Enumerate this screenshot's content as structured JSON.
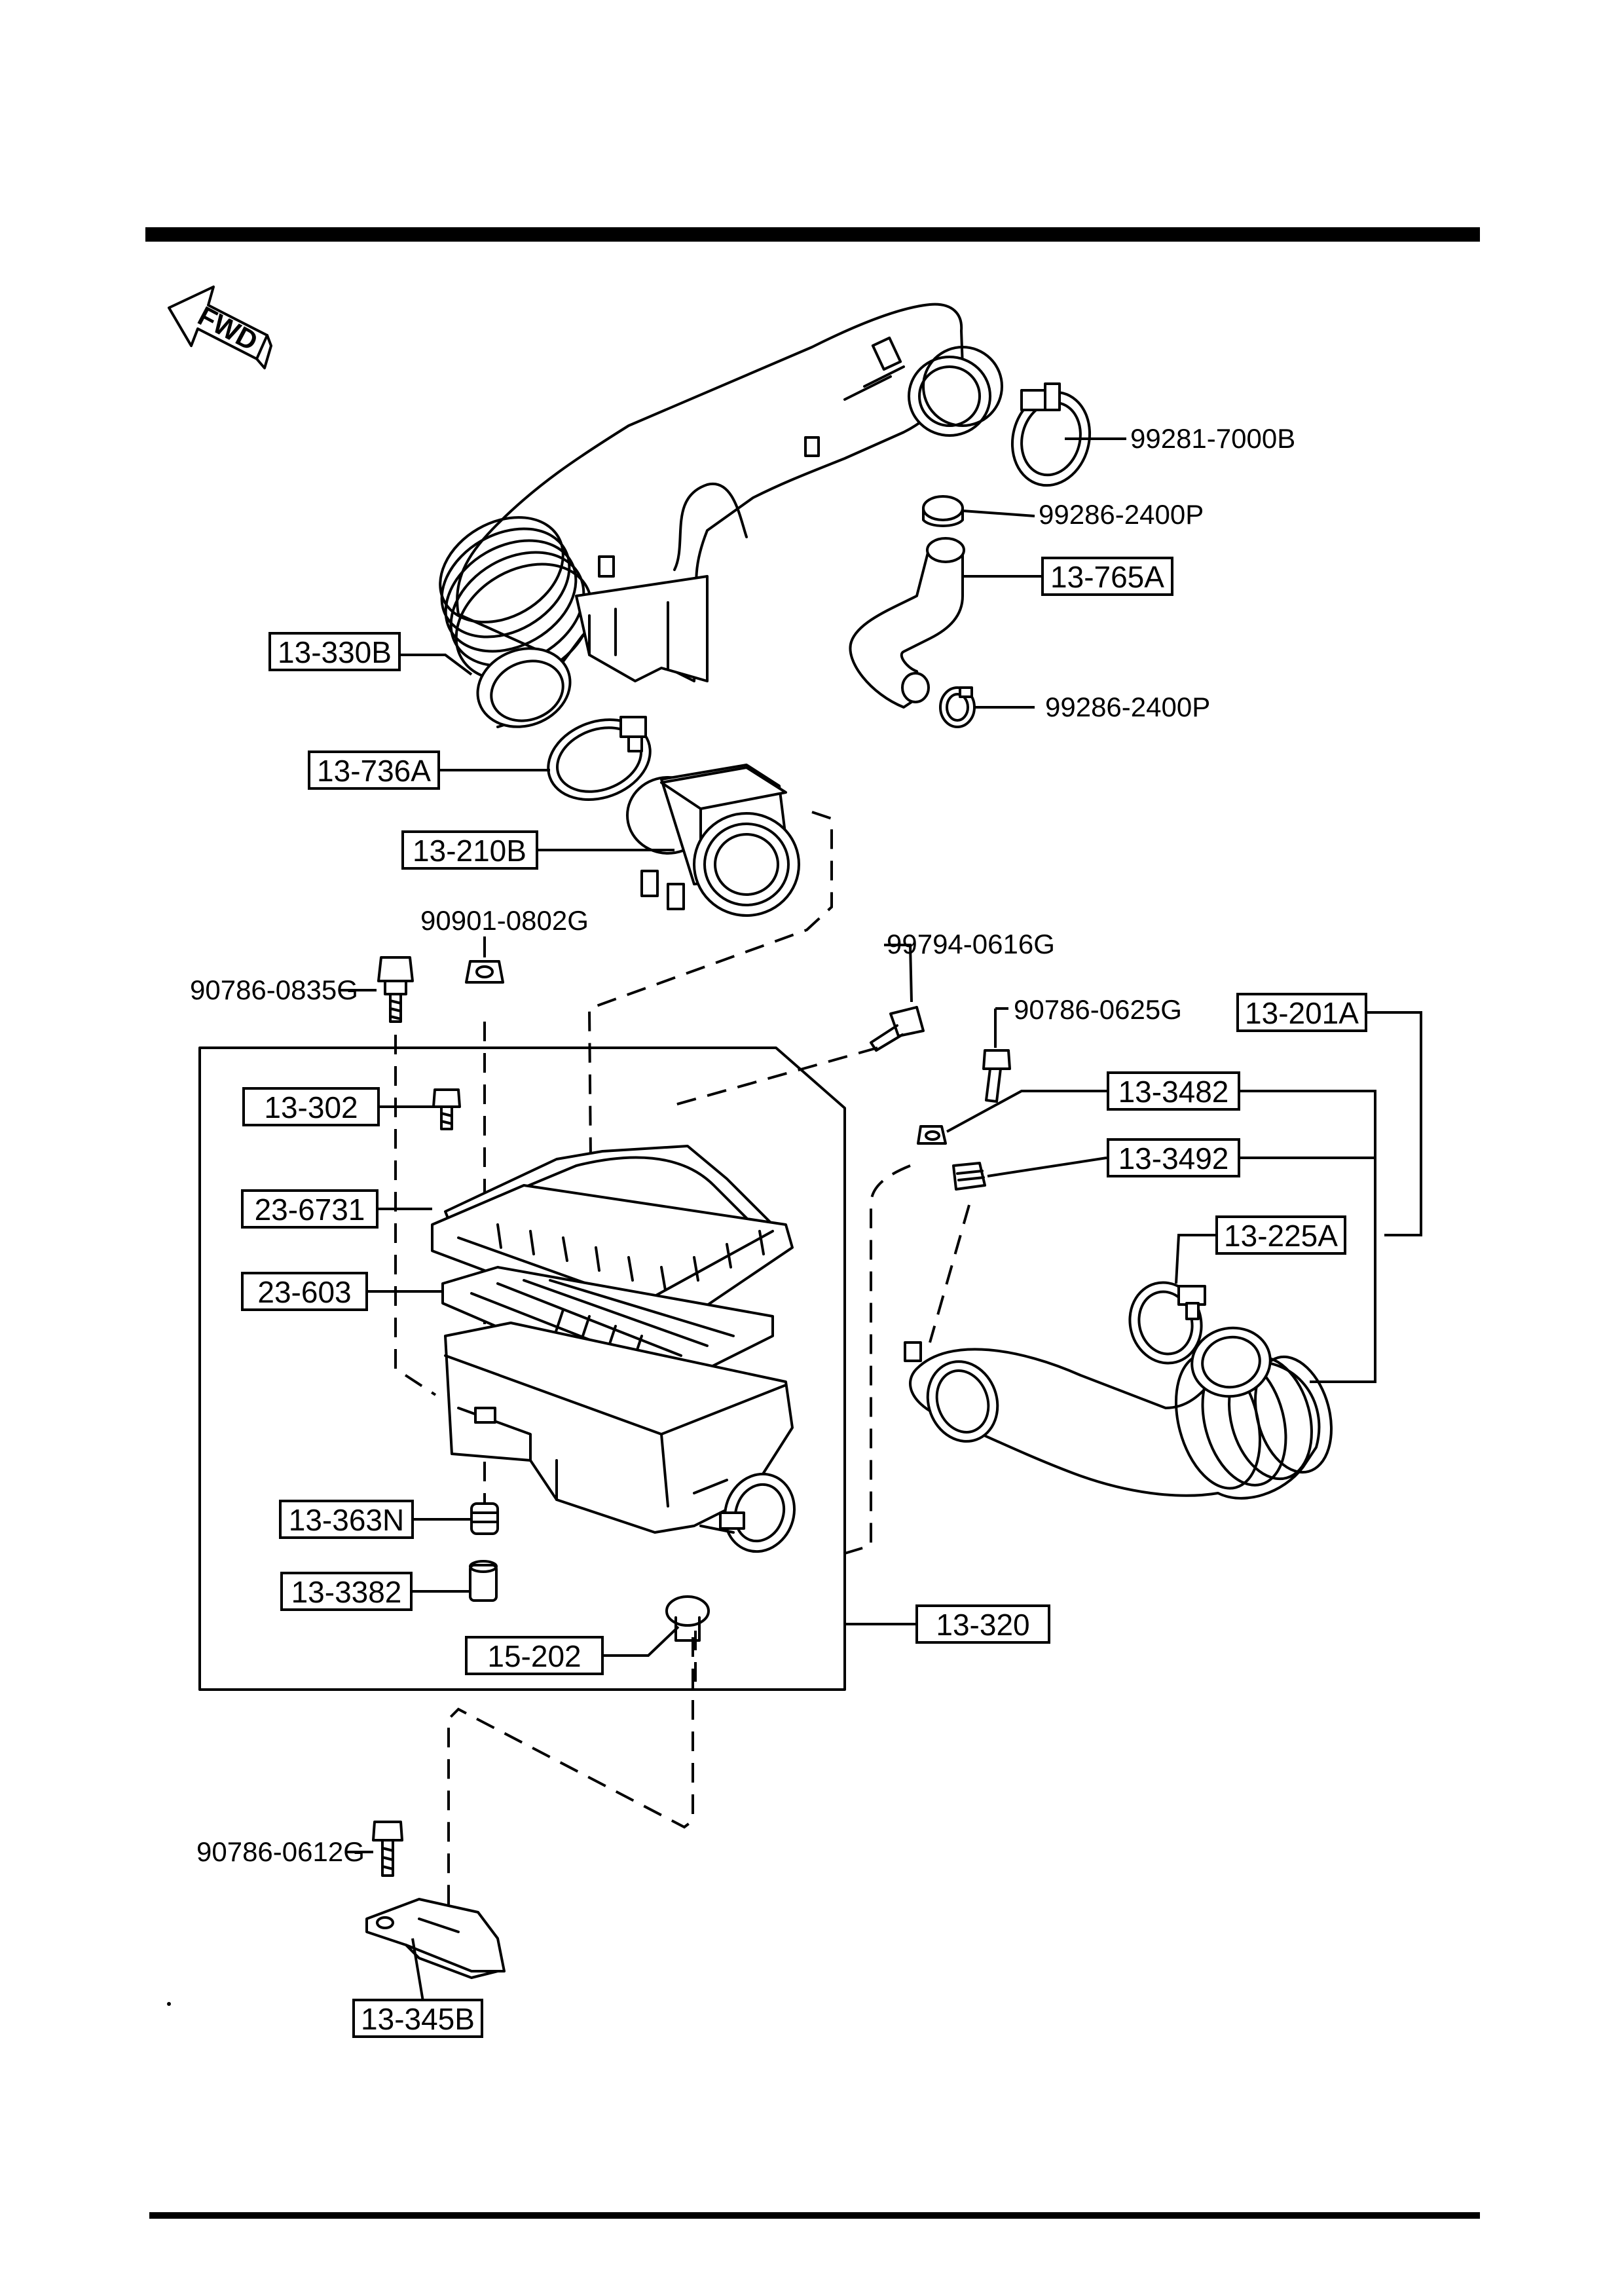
{
  "fwd_label": "FWD",
  "boxed_labels": {
    "p13_330B": "13-330B",
    "p13_736A": "13-736A",
    "p13_210B": "13-210B",
    "p13_765A": "13-765A",
    "p13_201A": "13-201A",
    "p13_3482": "13-3482",
    "p13_3492": "13-3492",
    "p13_225A": "13-225A",
    "p13_302": "13-302",
    "p23_6731": "23-6731",
    "p23_603": "23-603",
    "p13_363N": "13-363N",
    "p13_3382": "13-3382",
    "p15_202": "15-202",
    "p13_320": "13-320",
    "p13_345B": "13-345B"
  },
  "plain_labels": {
    "p99281_7000B": "99281-7000B",
    "p99286_2400P_a": "99286-2400P",
    "p99286_2400P_b": "99286-2400P",
    "p90901_0802G": "90901-0802G",
    "p90786_0835G": "90786-0835G",
    "p99794_0616G": "99794-0616G",
    "p90786_0625G": "90786-0625G",
    "p90786_0612G": "90786-0612G"
  }
}
